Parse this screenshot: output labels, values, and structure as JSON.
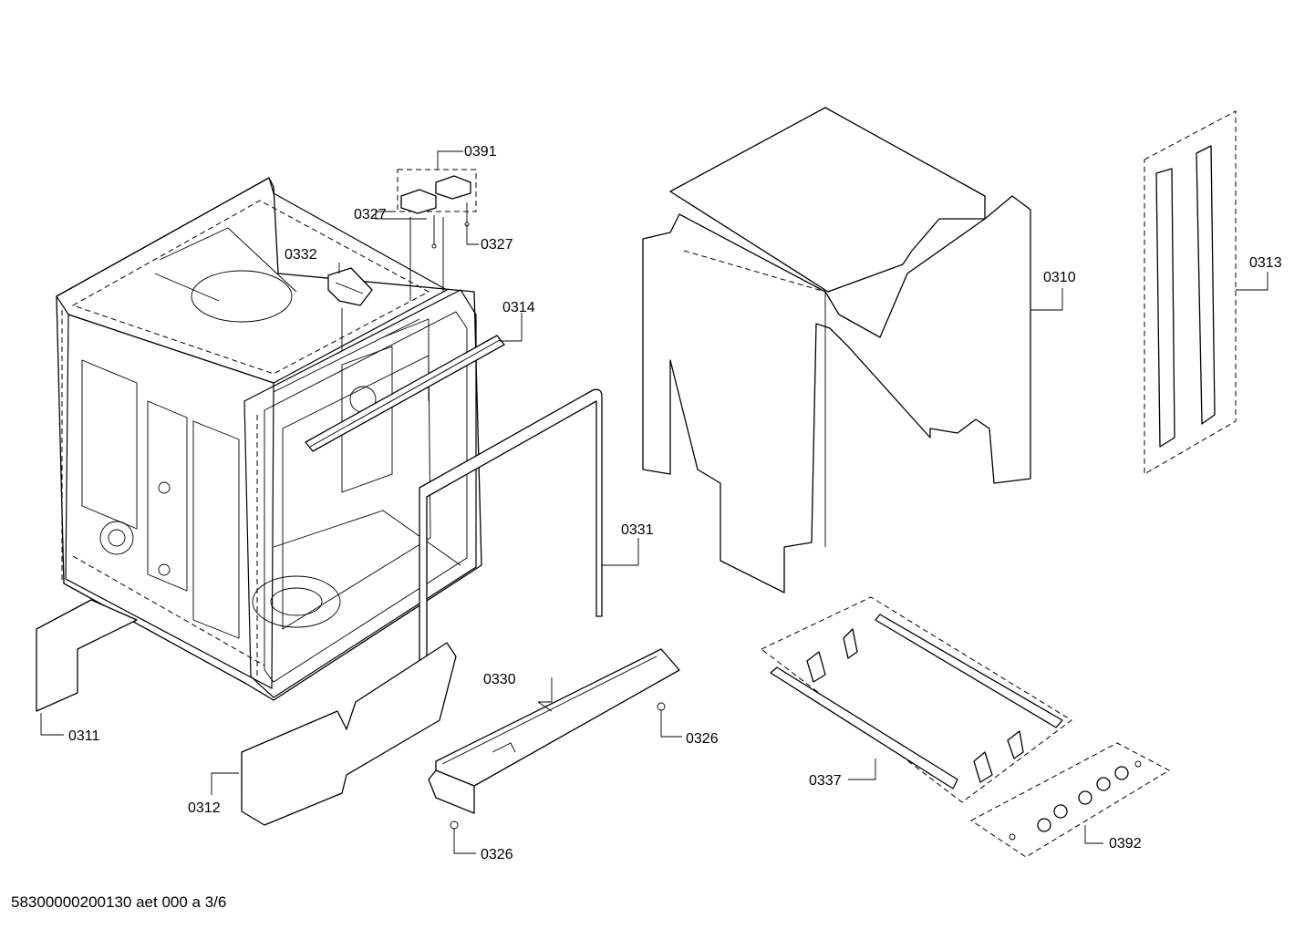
{
  "diagram": {
    "labels": {
      "p0391": "0391",
      "p0327a": "0327",
      "p0327b": "0327",
      "p0332": "0332",
      "p0314": "0314",
      "p0310": "0310",
      "p0313": "0313",
      "p0331": "0331",
      "p0311": "0311",
      "p0330": "0330",
      "p0326a": "0326",
      "p0312": "0312",
      "p0326b": "0326",
      "p0337": "0337",
      "p0392": "0392"
    },
    "footer": "58300000200130 aet 000 a 3/6"
  }
}
